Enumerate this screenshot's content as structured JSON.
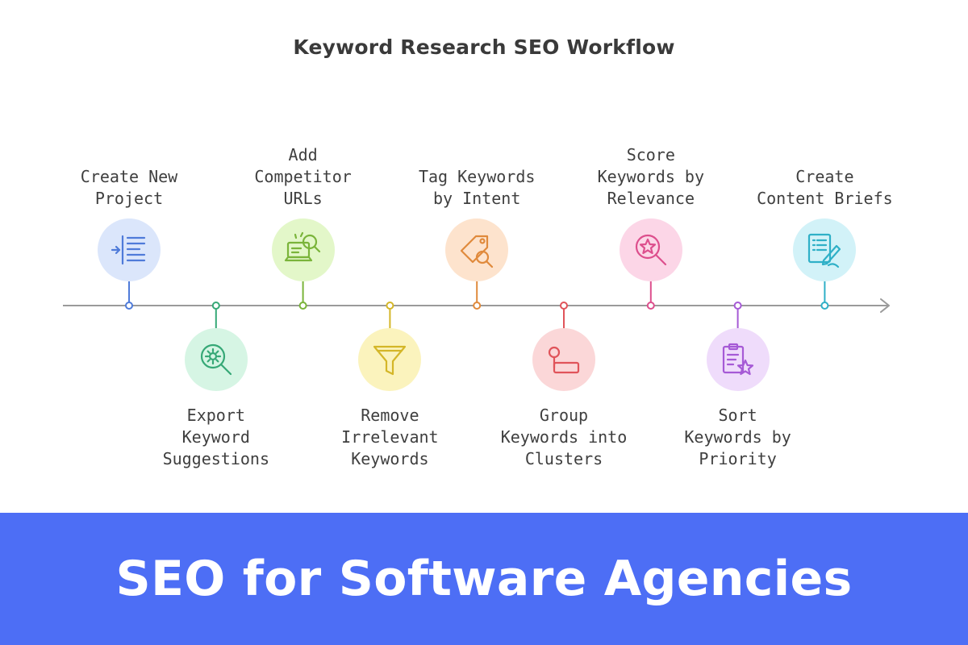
{
  "diagram": {
    "title": "Keyword Research SEO Workflow",
    "steps": [
      {
        "label": "Create New\nProject",
        "icon": "indent-icon",
        "color": "#4f7bd9",
        "fill": "#dbe6fb",
        "side": "above"
      },
      {
        "label": "Export\nKeyword\nSuggestions",
        "icon": "search-gear-icon",
        "color": "#36a876",
        "fill": "#d6f5e4",
        "side": "below"
      },
      {
        "label": "Add\nCompetitor\nURLs",
        "icon": "laptop-search-icon",
        "color": "#7ab43a",
        "fill": "#e3f7c9",
        "side": "above"
      },
      {
        "label": "Remove\nIrrelevant\nKeywords",
        "icon": "funnel-icon",
        "color": "#d4b628",
        "fill": "#fbf3bd",
        "side": "below"
      },
      {
        "label": "Tag Keywords\nby Intent",
        "icon": "tag-search-icon",
        "color": "#e08a3c",
        "fill": "#fde3cd",
        "side": "above"
      },
      {
        "label": "Group\nKeywords into\nClusters",
        "icon": "group-icon",
        "color": "#e0545a",
        "fill": "#fbd7d8",
        "side": "below"
      },
      {
        "label": "Score\nKeywords by\nRelevance",
        "icon": "star-search-icon",
        "color": "#dd4f8d",
        "fill": "#fcd6e7",
        "side": "above"
      },
      {
        "label": "Sort\nKeywords by\nPriority",
        "icon": "clipboard-star-icon",
        "color": "#a65ad6",
        "fill": "#efdcfb",
        "side": "below"
      },
      {
        "label": "Create\nContent Briefs",
        "icon": "writing-icon",
        "color": "#2fb0c7",
        "fill": "#d2f2f8",
        "side": "above"
      }
    ]
  },
  "colors": {
    "axis": "#9a9a9a",
    "banner": "#4d6ef5"
  },
  "banner": {
    "text": "SEO for Software Agencies"
  }
}
